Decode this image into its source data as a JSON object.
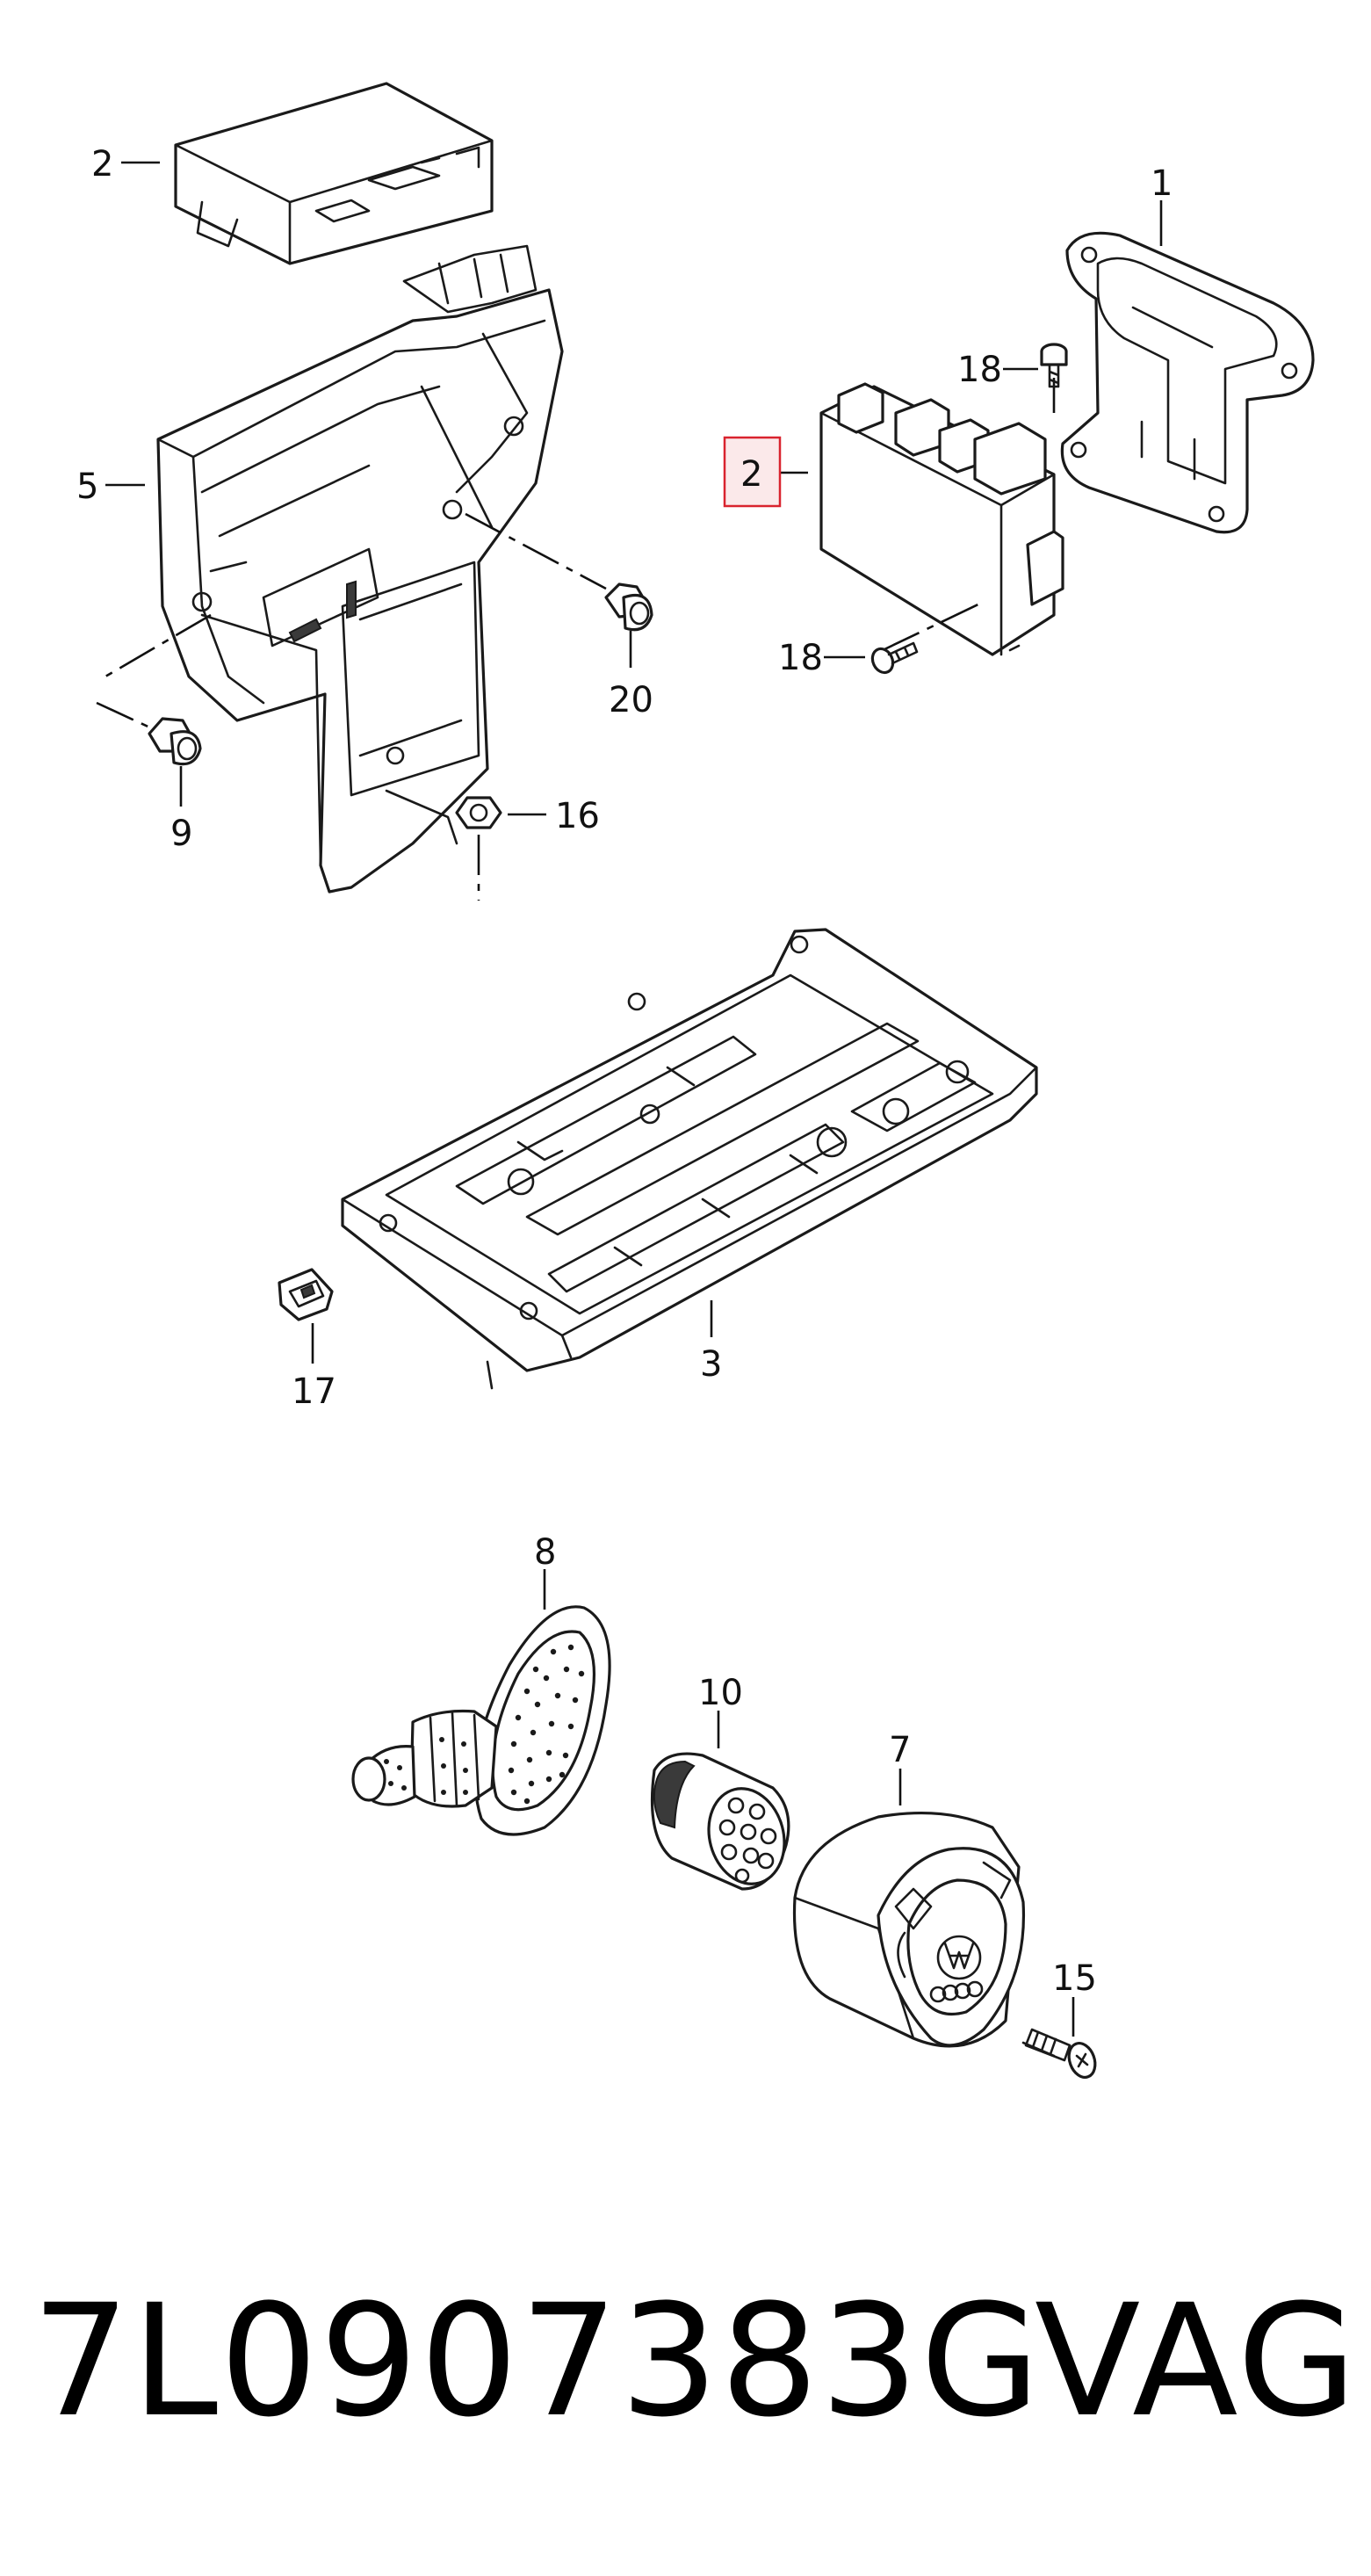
{
  "diagram": {
    "callouts": {
      "c2_top": "2",
      "c1": "1",
      "c18_top": "18",
      "c2_highlight": "2",
      "c5": "5",
      "c20": "20",
      "c18_bottom": "18",
      "c9": "9",
      "c16": "16",
      "c3": "3",
      "c17": "17",
      "c8": "8",
      "c10": "10",
      "c7": "7",
      "c15": "15"
    },
    "highlight_color": "#d9232e"
  },
  "footer": {
    "part_number": "7L0907383G",
    "brand": "VAG"
  }
}
